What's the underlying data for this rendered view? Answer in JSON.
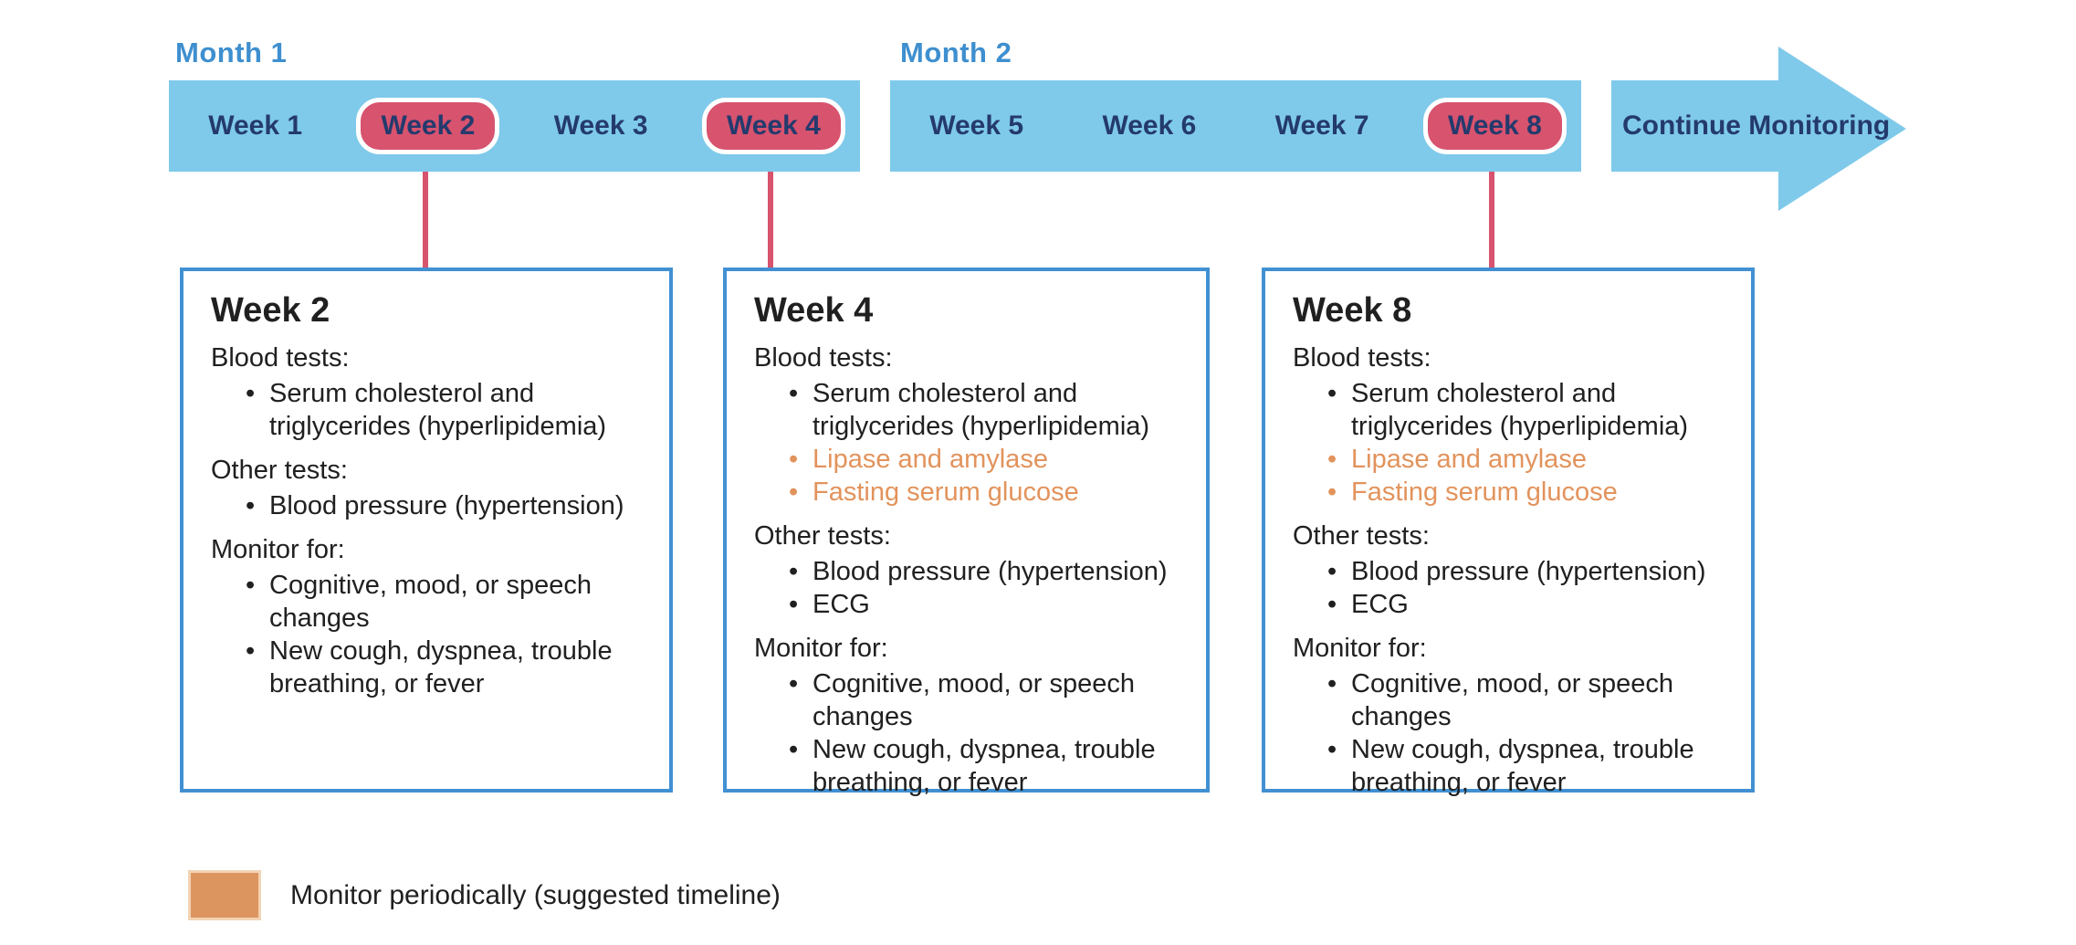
{
  "timeline": {
    "months": [
      {
        "label": "Month 1",
        "weeks": [
          {
            "label": "Week 1",
            "highlighted": false
          },
          {
            "label": "Week 2",
            "highlighted": true
          },
          {
            "label": "Week 3",
            "highlighted": false
          },
          {
            "label": "Week 4",
            "highlighted": true
          }
        ]
      },
      {
        "label": "Month 2",
        "weeks": [
          {
            "label": "Week 5",
            "highlighted": false
          },
          {
            "label": "Week 6",
            "highlighted": false
          },
          {
            "label": "Week 7",
            "highlighted": false
          },
          {
            "label": "Week 8",
            "highlighted": true
          }
        ]
      }
    ],
    "continue_label": "Continue Monitoring"
  },
  "detail_boxes": [
    {
      "title": "Week 2",
      "sections": [
        {
          "heading": "Blood tests:",
          "items": [
            {
              "text": "Serum cholesterol and triglycerides (hyperlipidemia)",
              "orange": false
            }
          ]
        },
        {
          "heading": "Other tests:",
          "items": [
            {
              "text": "Blood pressure (hypertension)",
              "orange": false
            }
          ]
        },
        {
          "heading": "Monitor for:",
          "items": [
            {
              "text": "Cognitive, mood, or speech changes",
              "orange": false
            },
            {
              "text": "New cough, dyspnea, trouble breathing, or fever",
              "orange": false
            }
          ]
        }
      ]
    },
    {
      "title": "Week 4",
      "sections": [
        {
          "heading": "Blood tests:",
          "items": [
            {
              "text": "Serum cholesterol and triglycerides (hyperlipidemia)",
              "orange": false
            },
            {
              "text": "Lipase and amylase",
              "orange": true
            },
            {
              "text": "Fasting serum glucose",
              "orange": true
            }
          ]
        },
        {
          "heading": "Other tests:",
          "items": [
            {
              "text": "Blood pressure (hypertension)",
              "orange": false
            },
            {
              "text": "ECG",
              "orange": false
            }
          ]
        },
        {
          "heading": "Monitor for:",
          "items": [
            {
              "text": "Cognitive, mood, or speech changes",
              "orange": false
            },
            {
              "text": "New cough, dyspnea, trouble breathing, or fever",
              "orange": false
            }
          ]
        }
      ]
    },
    {
      "title": "Week 8",
      "sections": [
        {
          "heading": "Blood tests:",
          "items": [
            {
              "text": "Serum cholesterol and triglycerides (hyperlipidemia)",
              "orange": false
            },
            {
              "text": "Lipase and amylase",
              "orange": true
            },
            {
              "text": "Fasting serum glucose",
              "orange": true
            }
          ]
        },
        {
          "heading": "Other tests:",
          "items": [
            {
              "text": "Blood pressure (hypertension)",
              "orange": false
            },
            {
              "text": "ECG",
              "orange": false
            }
          ]
        },
        {
          "heading": "Monitor for:",
          "items": [
            {
              "text": "Cognitive, mood, or speech changes",
              "orange": false
            },
            {
              "text": "New cough, dyspnea, trouble breathing, or fever",
              "orange": false
            }
          ]
        }
      ]
    }
  ],
  "legend": {
    "swatch_color": "#dd9560",
    "label": "Monitor periodically (suggested timeline)"
  },
  "colors": {
    "bar_blue": "#7fcaea",
    "month_label_blue": "#3e8fcf",
    "week_text_navy": "#243a6d",
    "highlight_pill_pink": "#d7536e",
    "connector_pink": "#d7536e",
    "box_border_blue": "#4190d2",
    "orange_item_text": "#e2935c",
    "legend_swatch_orange": "#dd9560",
    "body_text": "#202020",
    "background": "#ffffff"
  }
}
